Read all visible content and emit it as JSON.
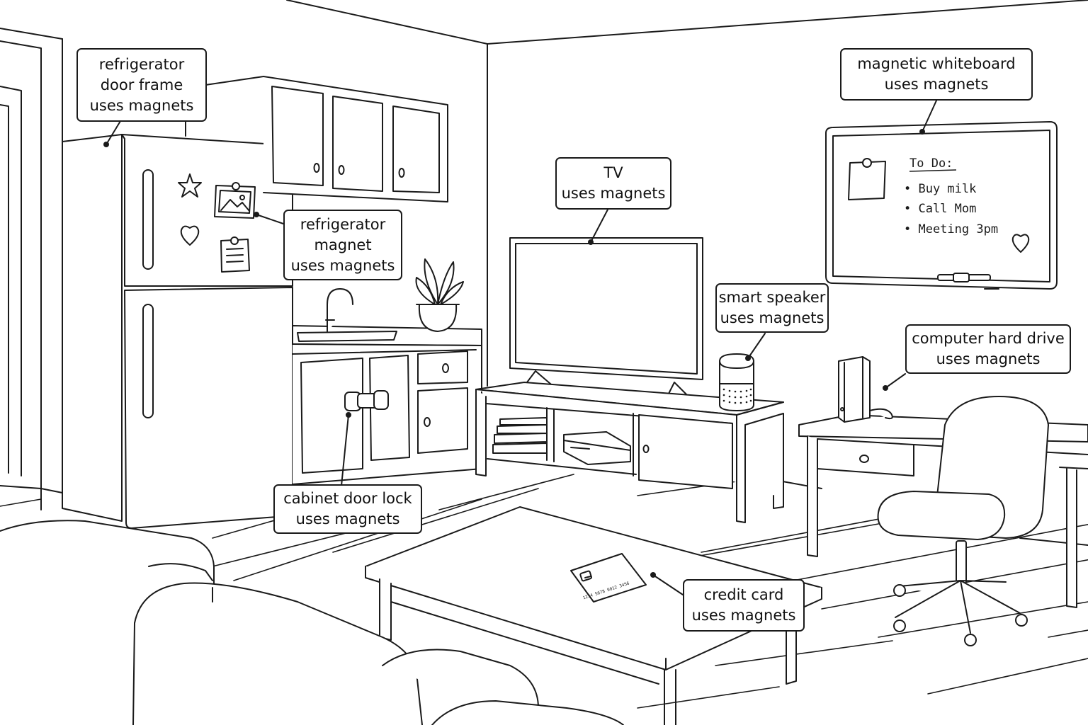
{
  "colors": {
    "ink": "#1a1a1a",
    "paper": "#ffffff",
    "screen": "#ffffff"
  },
  "callouts": {
    "fridge_frame": {
      "line1": "refrigerator",
      "line2": "door frame",
      "line3": "uses magnets"
    },
    "fridge_magnet": {
      "line1": "refrigerator",
      "line2": "magnet",
      "line3": "uses magnets"
    },
    "cabinet_lock": {
      "line1": "cabinet door lock",
      "line2": "uses magnets"
    },
    "tv": {
      "line1": "TV",
      "line2": "uses magnets"
    },
    "smart_speaker": {
      "line1": "smart speaker",
      "line2": "uses magnets"
    },
    "whiteboard": {
      "line1": "magnetic whiteboard",
      "line2": "uses magnets"
    },
    "hard_drive": {
      "line1": "computer hard drive",
      "line2": "uses magnets"
    },
    "credit_card": {
      "line1": "credit card",
      "line2": "uses magnets"
    }
  },
  "whiteboard_note": {
    "heading": "To Do:",
    "items": [
      "• Buy milk",
      "• Call Mom",
      "• Meeting 3pm"
    ]
  },
  "credit_card_digits": "1234 5678 9012 3456",
  "icons": [
    "star-icon",
    "heart-icon",
    "picture-icon",
    "note-icon",
    "pin-icon"
  ]
}
